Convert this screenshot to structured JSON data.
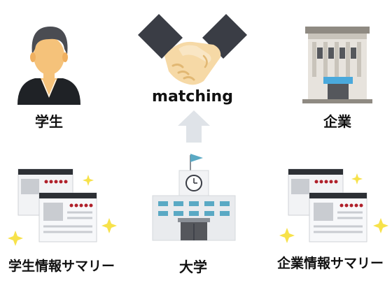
{
  "labels": {
    "matching": "matching",
    "student": "学生",
    "company": "企業",
    "university": "大学",
    "student_summary": "学生情報サマリー",
    "company_summary": "企業情報サマリー"
  },
  "colors": {
    "dark": "#3a3d45",
    "skin": "#f5c27a",
    "shirt": "#1f2226",
    "arrow": "#dfe3e8",
    "flag": "#5aa9c4",
    "doc_header": "#2d3035",
    "doc_dots": "#b0202a",
    "sparkle": "#f7e24a",
    "building_window": "#4aa9dc"
  },
  "icons": {
    "student": "student-person-icon",
    "handshake": "handshake-icon",
    "company": "company-building-icon",
    "student_docs": "student-summary-docs-icon",
    "university": "university-building-icon",
    "company_docs": "company-summary-docs-icon",
    "arrow": "up-arrow-icon"
  }
}
